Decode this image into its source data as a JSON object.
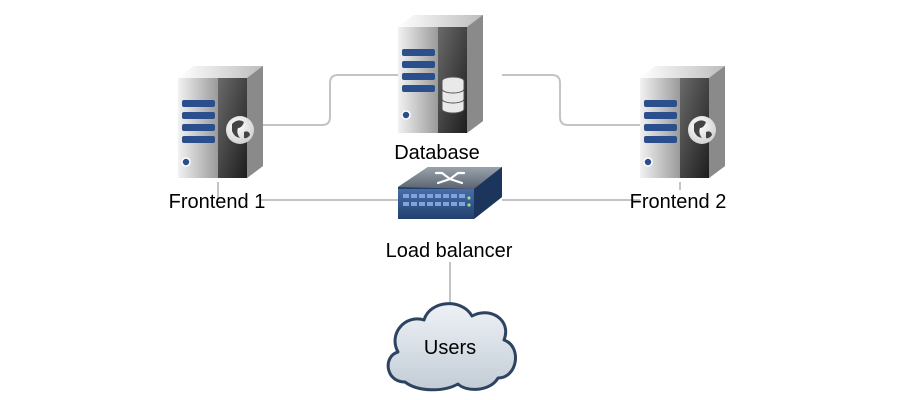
{
  "diagram": {
    "colors": {
      "edge": "#c4c4c4",
      "server_body_dark": "#3a3a3a",
      "server_body_light": "#d8d8d8",
      "server_stripes": "#2b4f8c",
      "switch_body": "#3b5a8f",
      "cloud_fill": "#d6dde4",
      "cloud_stroke": "#2d4460"
    },
    "nodes": {
      "database": {
        "label": "Database",
        "icon": "database-server-icon"
      },
      "frontend1": {
        "label": "Frontend 1",
        "icon": "web-server-icon"
      },
      "frontend2": {
        "label": "Frontend 2",
        "icon": "web-server-icon"
      },
      "load_balancer": {
        "label": "Load balancer",
        "icon": "network-switch-icon"
      },
      "users": {
        "label": "Users",
        "icon": "cloud-icon"
      }
    }
  }
}
